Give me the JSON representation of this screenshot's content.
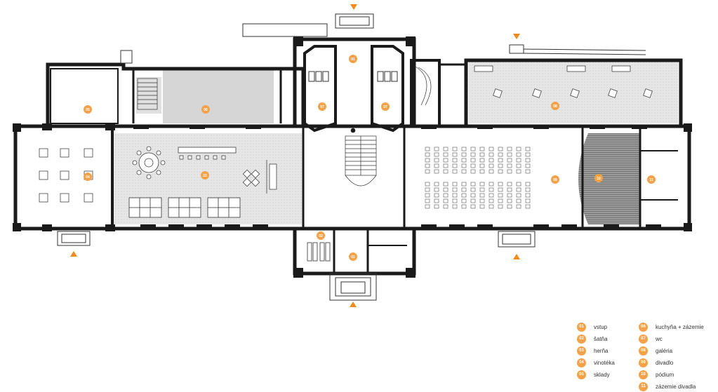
{
  "room_markers": [
    "01",
    "02",
    "03",
    "04",
    "05",
    "06",
    "07",
    "08",
    "09",
    "10",
    "11"
  ],
  "legend": [
    {
      "num": "01",
      "label": "vstup"
    },
    {
      "num": "02",
      "label": "šatňa"
    },
    {
      "num": "03",
      "label": "herňa"
    },
    {
      "num": "04",
      "label": "vinotéka"
    },
    {
      "num": "05",
      "label": "sklady"
    },
    {
      "num": "06",
      "label": "kuchyňa + zázemie"
    },
    {
      "num": "07",
      "label": "wc"
    },
    {
      "num": "08",
      "label": "galéria"
    },
    {
      "num": "09",
      "label": "divadlo"
    },
    {
      "num": "10",
      "label": "pódium"
    },
    {
      "num": "11",
      "label": "zázemie divadla"
    }
  ],
  "colors": {
    "wall": "#1a1a1a",
    "marker": "#f4a24a",
    "hatched_floor": "#dcdcdc",
    "stage": "#8a8a8a",
    "arrow": "#f08a1c"
  }
}
